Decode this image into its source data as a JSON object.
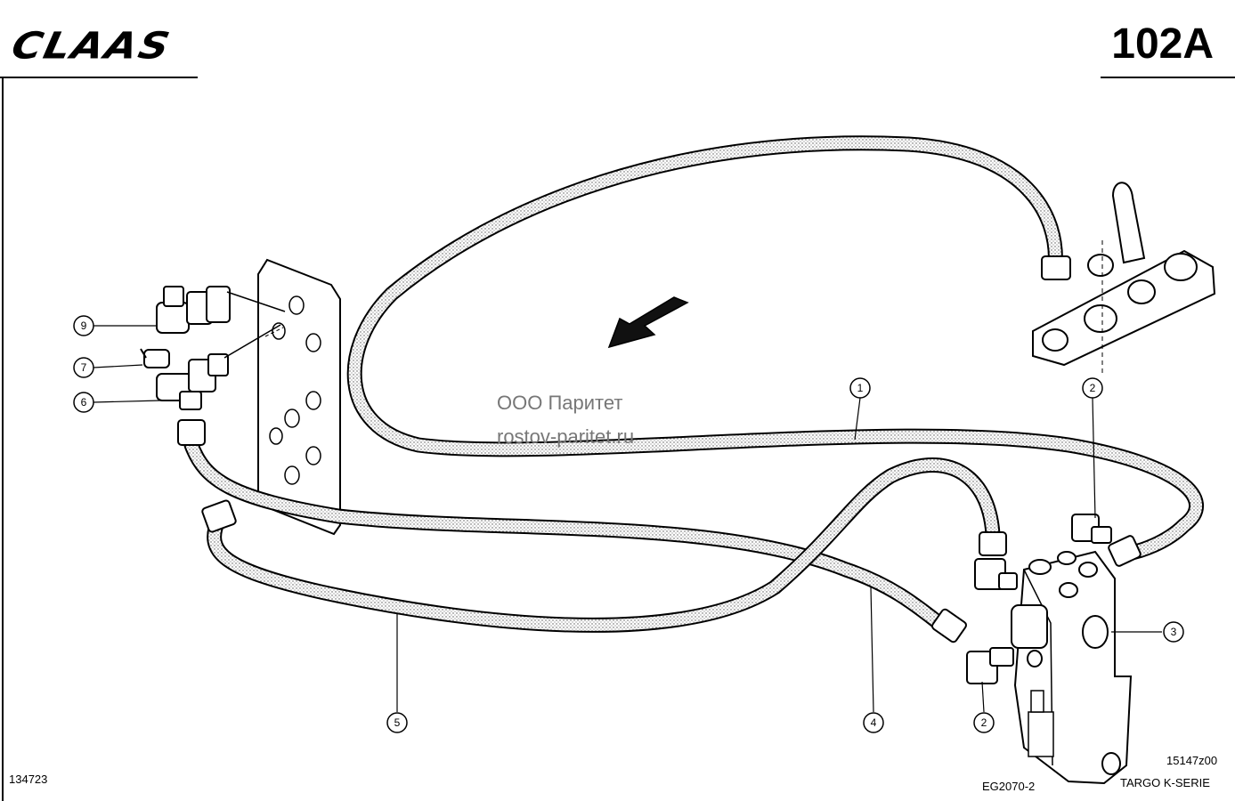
{
  "header": {
    "brand": "CLAAS",
    "page_number": "102A"
  },
  "footer": {
    "left_code": "134723",
    "drawing_ref": "15147z00",
    "center_code": "EG2070-2",
    "series": "TARGO K-SERIE"
  },
  "watermark": {
    "line1": "ООО Паритет",
    "line2": "rostov-paritet.ru"
  },
  "callouts": {
    "c1": "1",
    "c2a": "2",
    "c2b": "2",
    "c3": "3",
    "c4": "4",
    "c5": "5",
    "c6": "6",
    "c7": "7",
    "c9": "9"
  }
}
